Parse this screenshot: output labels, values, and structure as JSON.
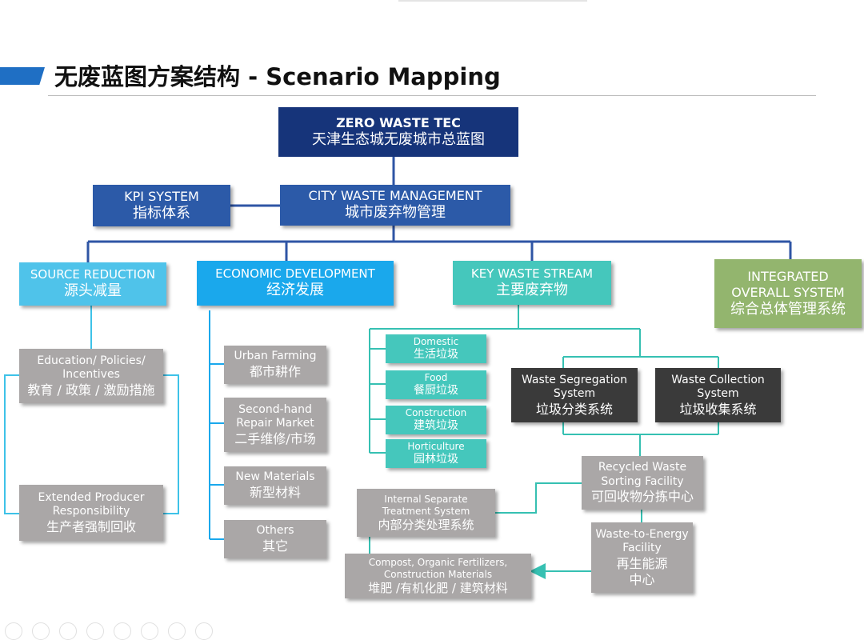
{
  "page": {
    "title": "无废蓝图方案结构 - Scenario Mapping"
  },
  "colors": {
    "accent": "#1f6fc4",
    "navy": "#16347a",
    "blue": "#2c5aa8",
    "cyan": "#4fc3ea",
    "sky": "#1aa8ec",
    "teal": "#45c7bc",
    "green": "#93b56e",
    "gray": "#aaa7a7",
    "dark": "#3a3a3a",
    "connector_blue": "#2f55a5",
    "connector_cyan": "#3ec2e8",
    "connector_teal": "#36c0b2"
  },
  "diagram": {
    "root": {
      "en": "ZERO WASTE TEC",
      "zh": "天津生态城无废城市总蓝图"
    },
    "kpi": {
      "en": "KPI SYSTEM",
      "zh": "指标体系"
    },
    "city": {
      "en": "CITY WASTE MANAGEMENT",
      "zh": "城市废弃物管理"
    },
    "source": {
      "en": "SOURCE REDUCTION",
      "zh": "源头减量",
      "children": [
        {
          "en1": "Education/ Policies/",
          "en2": "Incentives",
          "zh": "教育 / 政策 / 激励措施"
        },
        {
          "en1": "Extended Producer",
          "en2": "Responsibility",
          "zh": "生产者强制回收"
        }
      ]
    },
    "economic": {
      "en": "ECONOMIC DEVELOPMENT",
      "zh": "经济发展",
      "children": [
        {
          "en1": "Urban Farming",
          "en2": "",
          "zh": "都市耕作"
        },
        {
          "en1": "Second-hand",
          "en2": "Repair Market",
          "zh": "二手维修/市场"
        },
        {
          "en1": "New Materials",
          "en2": "",
          "zh": "新型材料"
        },
        {
          "en1": "Others",
          "en2": "",
          "zh": "其它"
        }
      ]
    },
    "key_stream": {
      "en": "KEY WASTE STREAM",
      "zh": "主要废弃物",
      "streams": [
        {
          "en": "Domestic",
          "zh": "生活垃圾"
        },
        {
          "en": "Food",
          "zh": "餐厨垃圾"
        },
        {
          "en": "Construction",
          "zh": "建筑垃圾"
        },
        {
          "en": "Horticulture",
          "zh": "园林垃圾"
        }
      ],
      "segregation": {
        "en1": "Waste Segregation",
        "en2": "System",
        "zh": "垃圾分类系统"
      },
      "collection": {
        "en1": "Waste Collection",
        "en2": "System",
        "zh": "垃圾收集系统"
      },
      "recycled": {
        "en1": "Recycled Waste",
        "en2": "Sorting Facility",
        "zh": "可回收物分拣中心"
      },
      "internal": {
        "en1": "Internal Separate",
        "en2": "Treatment System",
        "zh": "内部分类处理系统"
      },
      "energy": {
        "en1": "Waste-to-Energy",
        "en2": "Facility",
        "zh1": "再生能源",
        "zh2": "中心"
      },
      "compost": {
        "en1": "Compost, Organic Fertilizers,",
        "en2": "Construction Materials",
        "zh": "堆肥 /有机化肥 / 建筑材料"
      }
    },
    "integrated": {
      "en1": "INTEGRATED",
      "en2": "OVERALL SYSTEM",
      "zh": "综合总体管理系统"
    }
  }
}
